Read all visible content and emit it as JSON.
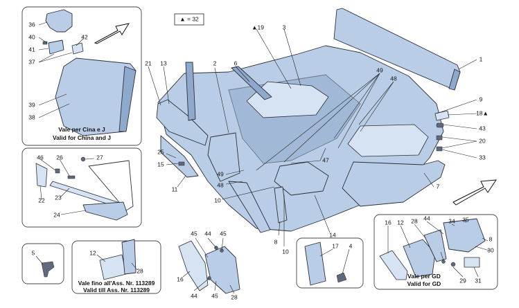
{
  "legend": {
    "text": "▲ = 32"
  },
  "insets": {
    "china": {
      "line1": "Vale per Cina e J",
      "line2": "Valid for China and J"
    },
    "assy_limit": {
      "line1": "Vale fino all'Ass. Nr. 113289",
      "line2": "Valid till Ass. Nr. 113289"
    },
    "gd": {
      "line1": "Vale per GD",
      "line2": "Valid for GD"
    }
  },
  "labels": {
    "l1": "1",
    "l2": "2",
    "l3": "3",
    "l4": "4",
    "l5": "5",
    "l6": "6",
    "l7": "7",
    "l8a": "8",
    "l8b": "8",
    "l9": "9",
    "l10a": "10",
    "l10b": "10",
    "l11": "11",
    "l12a": "12",
    "l12b": "12",
    "l13": "13",
    "l14": "14",
    "l15": "15",
    "l16a": "16",
    "l16b": "16",
    "l17": "17",
    "l18": "18▲",
    "l19": "▲19",
    "l20": "20",
    "l21": "21",
    "l22": "22",
    "l23": "23",
    "l24": "24",
    "l25": "25",
    "l26": "26",
    "l27": "27",
    "l28a": "28",
    "l28b": "28",
    "l28c": "28",
    "l29": "29",
    "l30": "30",
    "l31": "31",
    "l33": "33",
    "l34": "34",
    "l35": "35",
    "l36": "36",
    "l37": "37",
    "l38": "38",
    "l39": "39",
    "l40": "40",
    "l41": "41",
    "l42": "42",
    "l43": "43",
    "l44a": "44",
    "l44b": "44",
    "l44c": "44",
    "l45a": "45",
    "l45b": "45",
    "l45c": "45",
    "l46": "46",
    "l47": "47",
    "l48a": "48",
    "l48b": "48",
    "l49a": "49",
    "l49b": "49"
  },
  "colors": {
    "part": "#b9cde6",
    "part_dark": "#8fa9cc",
    "outline": "#2a2f38"
  }
}
